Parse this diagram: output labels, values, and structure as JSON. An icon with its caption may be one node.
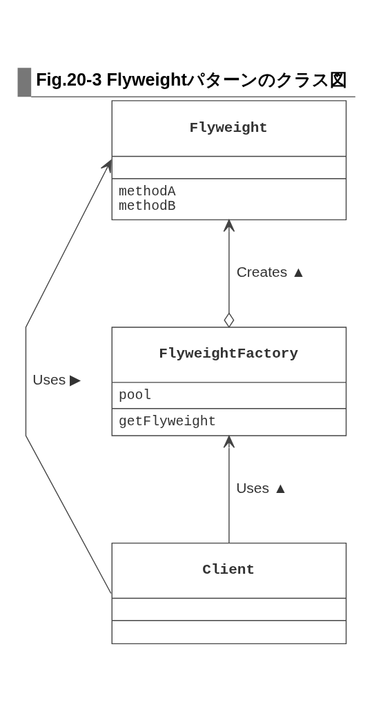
{
  "diagram": {
    "title": "Fig.20-3 Flyweightパターンのクラス図",
    "nodes": [
      {
        "text": [
          "Flyweight",
          "methodA",
          "methodB"
        ]
      },
      {
        "text": [
          "FlyweightFactory",
          "pool",
          "getFlyweight"
        ]
      },
      {
        "text": [
          "Client"
        ]
      }
    ],
    "edges": [
      {
        "from": 2,
        "to": 0,
        "arrow": "to",
        "label": "Uses ▶"
      },
      {
        "from": 1,
        "to": 0,
        "arrow": "to",
        "label": "Creates ▲"
      },
      {
        "from": 2,
        "to": 1,
        "arrow": "to",
        "label": "Uses ▲"
      }
    ]
  }
}
